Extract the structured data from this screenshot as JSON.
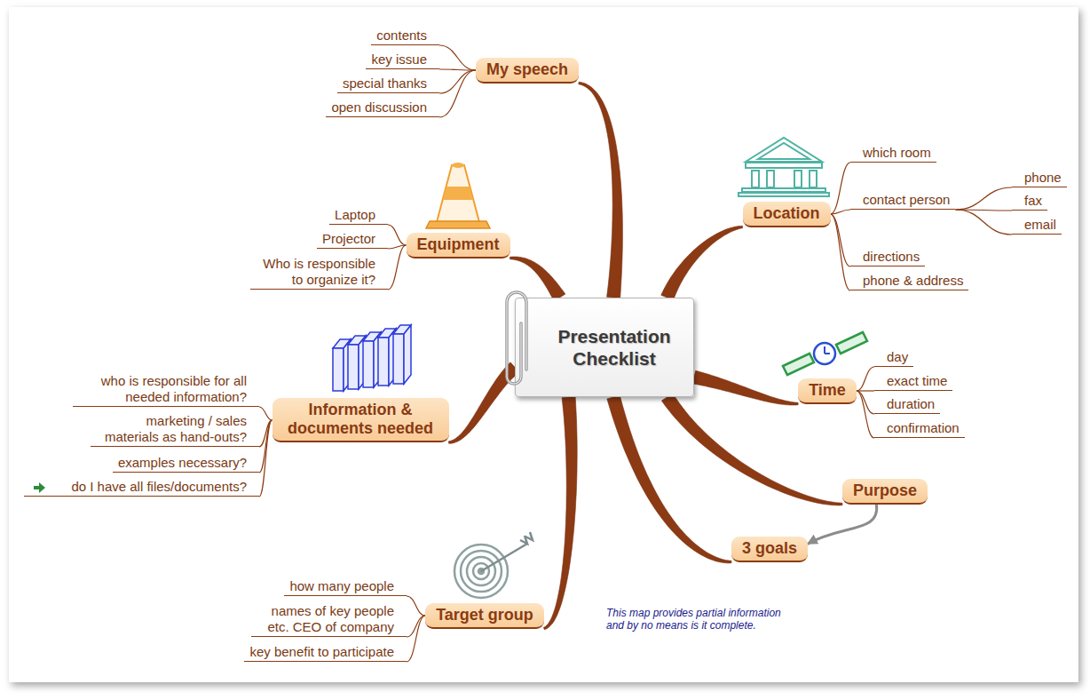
{
  "diagram": {
    "nodes": [
      {
        "text": [
          "Presentation Checklist"
        ]
      },
      {
        "text": [
          "My speech"
        ]
      },
      {
        "text": [
          "contents"
        ]
      },
      {
        "text": [
          "key issue"
        ]
      },
      {
        "text": [
          "special thanks"
        ]
      },
      {
        "text": [
          "open discussion"
        ]
      },
      {
        "text": [
          "Equipment"
        ]
      },
      {
        "text": [
          "Laptop"
        ]
      },
      {
        "text": [
          "Projector"
        ]
      },
      {
        "text": [
          "Who is responsible to organize it?"
        ]
      },
      {
        "text": [
          "Information & documents needed"
        ]
      },
      {
        "text": [
          "who is responsible for all needed information?"
        ]
      },
      {
        "text": [
          "marketing / sales materials as hand-outs?"
        ]
      },
      {
        "text": [
          "examples necessary?"
        ]
      },
      {
        "text": [
          "do I have all files/documents?"
        ]
      },
      {
        "text": [
          "Target group"
        ]
      },
      {
        "text": [
          "how many people"
        ]
      },
      {
        "text": [
          "names of key people etc. CEO of company"
        ]
      },
      {
        "text": [
          "key benefit to participate"
        ]
      },
      {
        "text": [
          "Location"
        ]
      },
      {
        "text": [
          "which room"
        ]
      },
      {
        "text": [
          "contact person"
        ]
      },
      {
        "text": [
          "phone"
        ]
      },
      {
        "text": [
          "fax"
        ]
      },
      {
        "text": [
          "email"
        ]
      },
      {
        "text": [
          "directions"
        ]
      },
      {
        "text": [
          "phone & address"
        ]
      },
      {
        "text": [
          "Time"
        ]
      },
      {
        "text": [
          "day"
        ]
      },
      {
        "text": [
          "exact time"
        ]
      },
      {
        "text": [
          "duration"
        ]
      },
      {
        "text": [
          "confirmation"
        ]
      },
      {
        "text": [
          "Purpose"
        ]
      },
      {
        "text": [
          "3 goals"
        ]
      }
    ],
    "edges": [
      {
        "from": 0,
        "to": 1,
        "arrow": "none"
      },
      {
        "from": 1,
        "to": 2,
        "arrow": "none"
      },
      {
        "from": 1,
        "to": 3,
        "arrow": "none"
      },
      {
        "from": 1,
        "to": 4,
        "arrow": "none"
      },
      {
        "from": 1,
        "to": 5,
        "arrow": "none"
      },
      {
        "from": 0,
        "to": 6,
        "arrow": "none"
      },
      {
        "from": 6,
        "to": 7,
        "arrow": "none"
      },
      {
        "from": 6,
        "to": 8,
        "arrow": "none"
      },
      {
        "from": 6,
        "to": 9,
        "arrow": "none"
      },
      {
        "from": 0,
        "to": 10,
        "arrow": "none"
      },
      {
        "from": 10,
        "to": 11,
        "arrow": "none"
      },
      {
        "from": 10,
        "to": 12,
        "arrow": "none"
      },
      {
        "from": 10,
        "to": 13,
        "arrow": "none"
      },
      {
        "from": 10,
        "to": 14,
        "arrow": "none"
      },
      {
        "from": 0,
        "to": 15,
        "arrow": "none"
      },
      {
        "from": 15,
        "to": 16,
        "arrow": "none"
      },
      {
        "from": 15,
        "to": 17,
        "arrow": "none"
      },
      {
        "from": 15,
        "to": 18,
        "arrow": "none"
      },
      {
        "from": 0,
        "to": 19,
        "arrow": "none"
      },
      {
        "from": 19,
        "to": 20,
        "arrow": "none"
      },
      {
        "from": 19,
        "to": 21,
        "arrow": "none"
      },
      {
        "from": 21,
        "to": 22,
        "arrow": "none"
      },
      {
        "from": 21,
        "to": 23,
        "arrow": "none"
      },
      {
        "from": 21,
        "to": 24,
        "arrow": "none"
      },
      {
        "from": 19,
        "to": 25,
        "arrow": "none"
      },
      {
        "from": 19,
        "to": 26,
        "arrow": "none"
      },
      {
        "from": 0,
        "to": 27,
        "arrow": "none"
      },
      {
        "from": 27,
        "to": 28,
        "arrow": "none"
      },
      {
        "from": 27,
        "to": 29,
        "arrow": "none"
      },
      {
        "from": 27,
        "to": 30,
        "arrow": "none"
      },
      {
        "from": 27,
        "to": 31,
        "arrow": "none"
      },
      {
        "from": 0,
        "to": 32,
        "arrow": "none"
      },
      {
        "from": 0,
        "to": 33,
        "arrow": "none"
      },
      {
        "from": 32,
        "to": 33,
        "arrow": "to"
      }
    ],
    "labels": [
      "This map provides partial information and by no means is it complete."
    ]
  }
}
